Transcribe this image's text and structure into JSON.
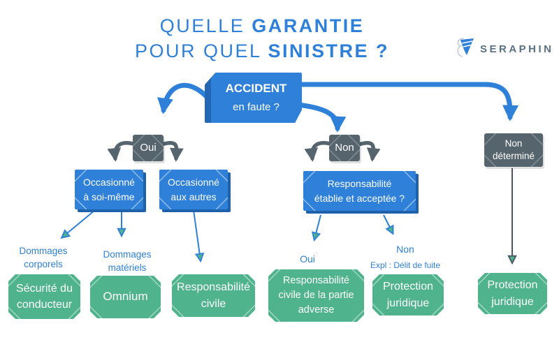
{
  "title": {
    "line1_light": "QUELLE ",
    "line1_bold": "GARANTIE",
    "line2_light": "POUR QUEL ",
    "line2_bold": "SINISTRE ?"
  },
  "logo": {
    "text": "SERAPHIN",
    "icon": "seraphin-wing-icon"
  },
  "root": {
    "title": "ACCIDENT",
    "subtitle": "en faute ?"
  },
  "decisions": {
    "oui": {
      "label": "Oui"
    },
    "non": {
      "label": "Non"
    },
    "non_determine": {
      "label": "Non\ndéterminé"
    }
  },
  "questions": {
    "occ_soi": {
      "label": "Occasionné\nà soi-même"
    },
    "occ_autres": {
      "label": "Occasionné\naux autres"
    },
    "resp_etablie": {
      "label": "Responsabilité\nétablie et acceptée ?"
    }
  },
  "edge_labels": {
    "dommages_corporels": "Dommages\ncorporels",
    "dommages_materiels": "Dommages\nmatériels",
    "oui": "Oui",
    "non": "Non",
    "expl": "Expl : Délit de fuite"
  },
  "outcomes": {
    "securite_conducteur": "Sécurité du\nconducteur",
    "omnium": "Omnium",
    "responsabilite_civile": "Responsabilité\ncivile",
    "rc_partie_adverse": "Responsabilité\ncivile de la partie\nadverse",
    "protection_juridique_1": "Protection\njuridique",
    "protection_juridique_2": "Protection\njuridique"
  },
  "colors": {
    "blue": "#2e80d9",
    "blue_dark": "#1f61ab",
    "slate": "#56646e",
    "green": "#4fb38d",
    "logo_gray": "#5b7183"
  }
}
